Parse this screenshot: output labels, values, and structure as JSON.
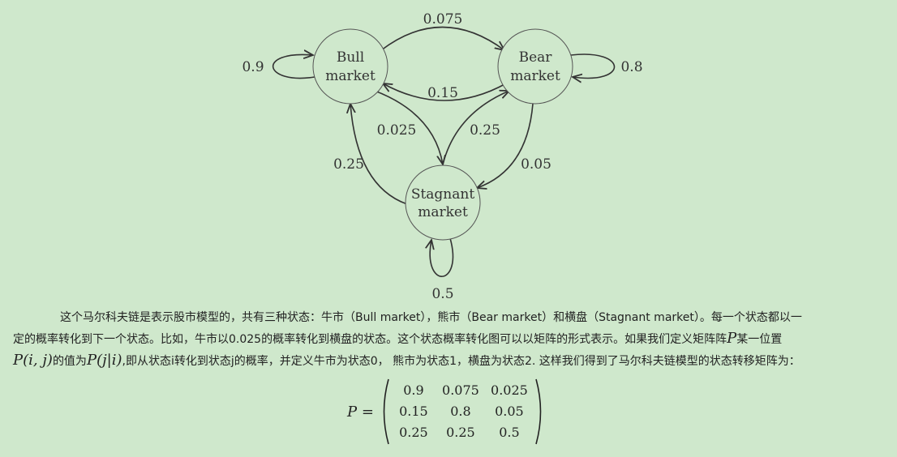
{
  "nodes": [
    {
      "id": "bull",
      "label_line1": "Bull",
      "label_line2": "market"
    },
    {
      "id": "bear",
      "label_line1": "Bear",
      "label_line2": "market"
    },
    {
      "id": "stagnant",
      "label_line1": "Stagnant",
      "label_line2": "market"
    }
  ],
  "edges": {
    "bull_self": "0.9",
    "bull_to_bear": "0.075",
    "bear_to_bull": "0.15",
    "bear_self": "0.8",
    "bull_to_stagnant": "0.025",
    "stagnant_to_bear": "0.25",
    "stagnant_to_bull": "0.25",
    "bear_to_stagnant": "0.05",
    "stagnant_self": "0.5"
  },
  "text": {
    "line1": "这个马尔科夫链是表示股市模型的，共有三种状态：牛市（Bull market），熊市（Bear market）和横盘（Stagnant market）。每一个状态都以一",
    "line2a": "定的概率转化到下一个状态。比如，牛市以0.025的概率转化到横盘的状态。这个状态概率转化图可以以矩阵的形式表示。如果我们定义矩阵阵",
    "line2_math": "P",
    "line2b": "某一位置",
    "line3_math1": "P(i, j)",
    "line3a": "的值为",
    "line3_math2": "P(j|i)",
    "line3b": ",即从状态i转化到状态j的概率，并定义牛市为状态0， 熊市为状态1，横盘为状态2. 这样我们得到了马尔科夫链模型的状态转移矩阵为："
  },
  "matrix": {
    "lhs": "P =",
    "rows": [
      [
        "0.9",
        "0.075",
        "0.025"
      ],
      [
        "0.15",
        "0.8",
        "0.05"
      ],
      [
        "0.25",
        "0.25",
        "0.5"
      ]
    ]
  }
}
